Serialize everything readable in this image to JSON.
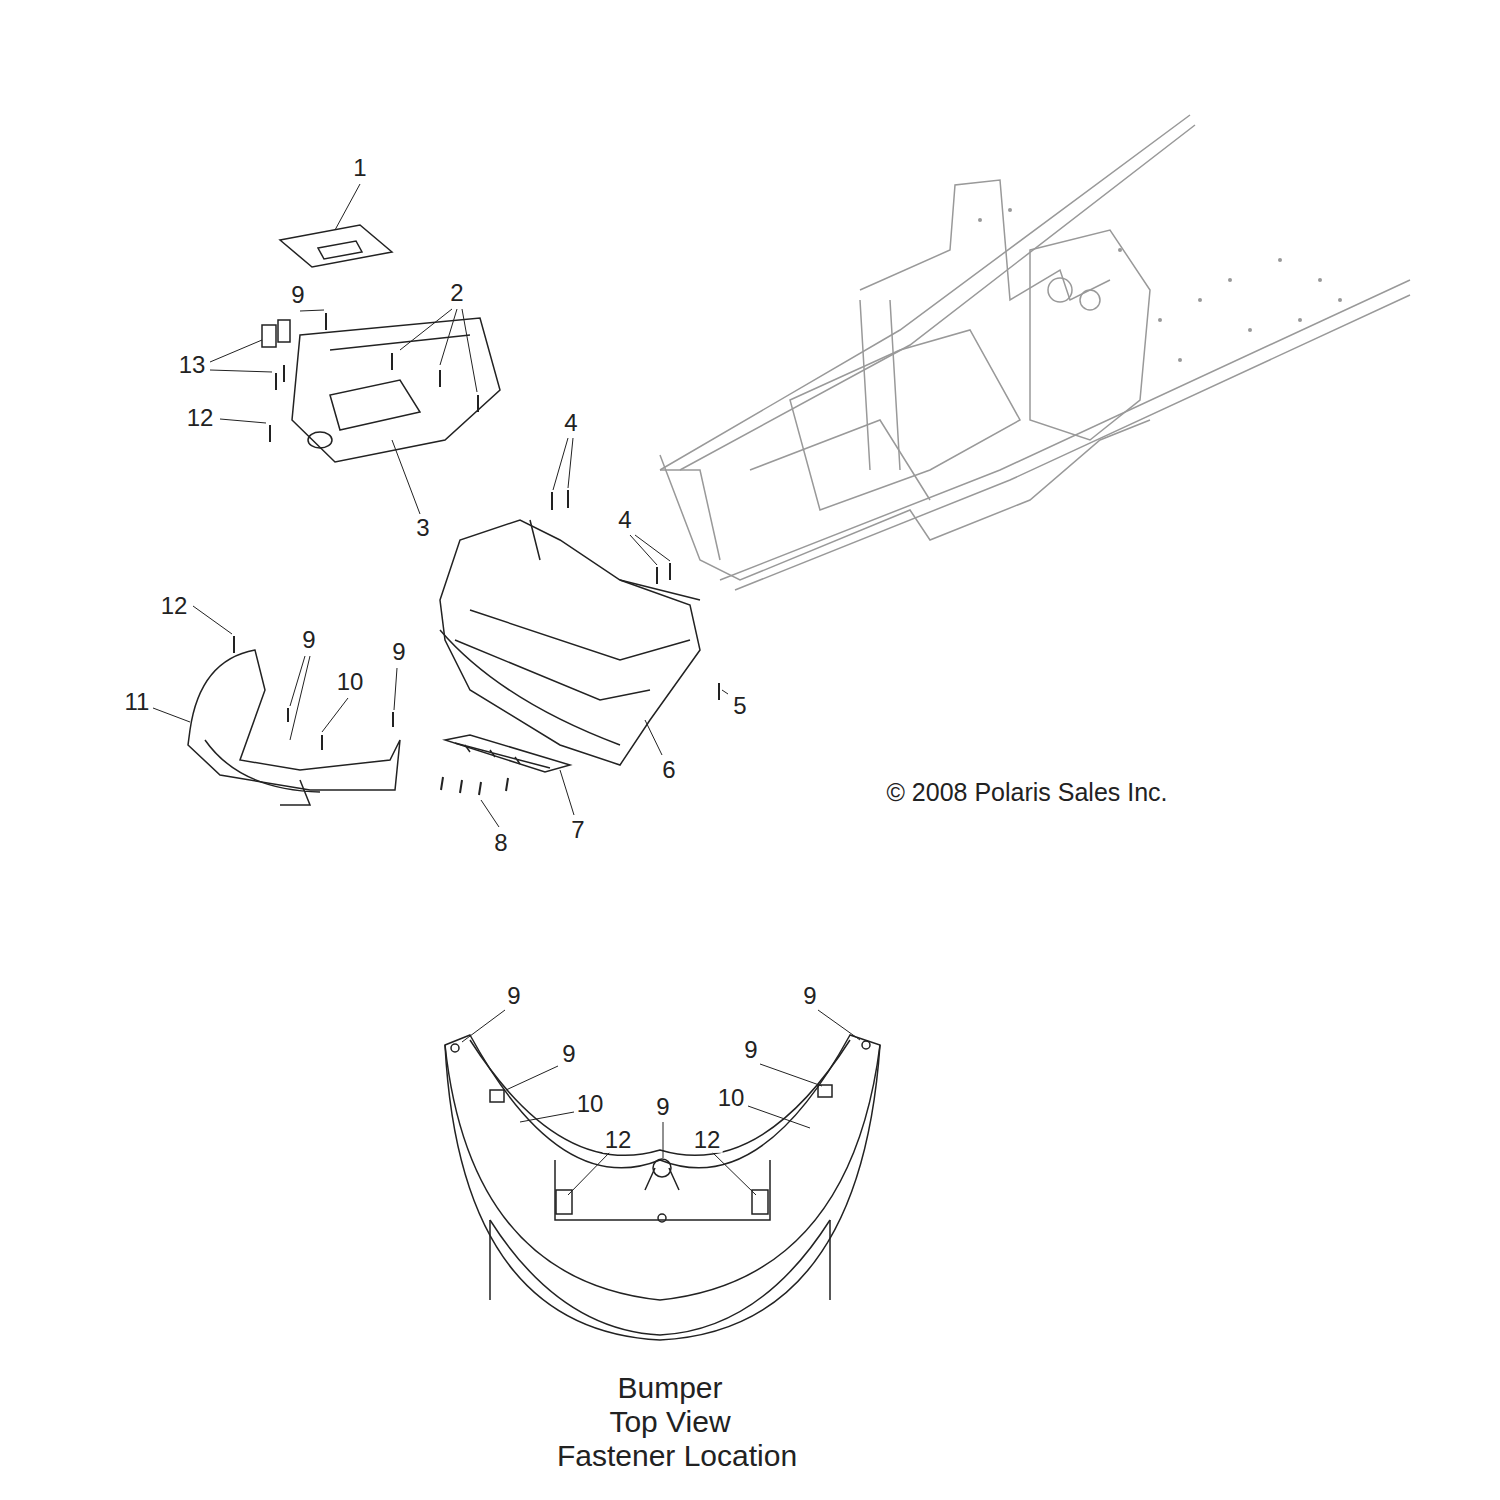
{
  "diagram": {
    "labels": [
      "1",
      "2",
      "9",
      "13",
      "12",
      "3",
      "4",
      "4",
      "5",
      "6",
      "12",
      "9",
      "9",
      "10",
      "11",
      "7",
      "8",
      "© 2008 Polaris Sales Inc.",
      "9",
      "9",
      "9",
      "9",
      "10",
      "10",
      "9",
      "12",
      "12",
      "Bumper",
      "Top View",
      "Fastener Location"
    ]
  }
}
